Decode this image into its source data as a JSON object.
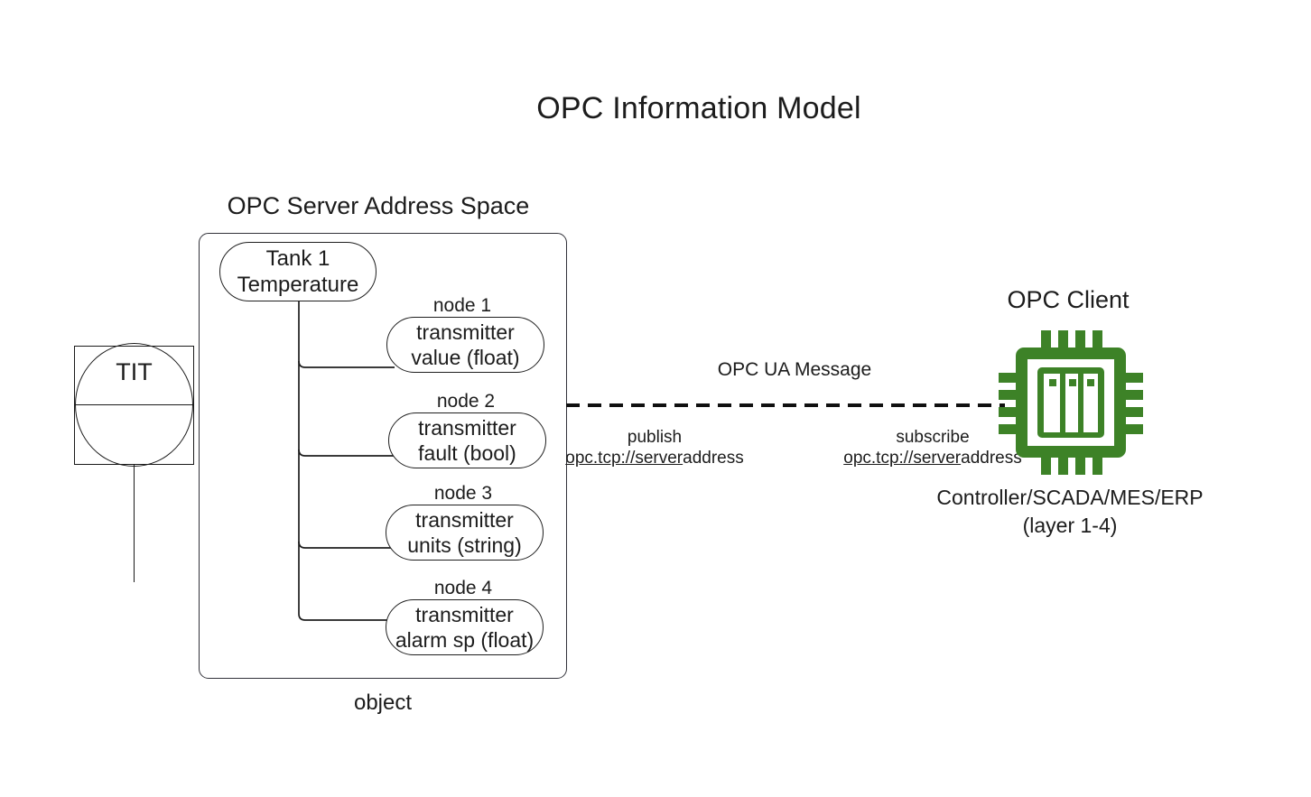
{
  "title": "OPC Information Model",
  "colors": {
    "chip_green": "#3d8227",
    "stroke": "#1f1f1f",
    "text": "#1c1c1c",
    "background": "#ffffff"
  },
  "server": {
    "caption": "OPC Server Address Space",
    "object_caption": "object",
    "root_node": {
      "line1": "Tank 1",
      "line2": "Temperature"
    },
    "nodes": [
      {
        "label": "node 1",
        "line1": "transmitter",
        "line2": "value (float)"
      },
      {
        "label": "node 2",
        "line1": "transmitter",
        "line2": "fault (bool)"
      },
      {
        "label": "node 3",
        "line1": "transmitter",
        "line2": "units (string)"
      },
      {
        "label": "node 4",
        "line1": "transmitter",
        "line2": "alarm sp (float)"
      }
    ]
  },
  "field_device": {
    "tag": "TIT",
    "symbol": "instrument-balloon"
  },
  "link": {
    "message_label": "OPC UA Message",
    "style": "dashed",
    "publish": {
      "verb": "publish",
      "url_underlined": "opc.tcp://server",
      "url_plain": "address"
    },
    "subscribe": {
      "verb": "subscribe",
      "url_underlined": "opc.tcp://server",
      "url_plain": "address"
    }
  },
  "client": {
    "caption": "OPC Client",
    "icon": "cpu-chip-icon",
    "sub_caption_line1": "Controller/SCADA/MES/ERP",
    "sub_caption_line2": "(layer 1-4)"
  }
}
